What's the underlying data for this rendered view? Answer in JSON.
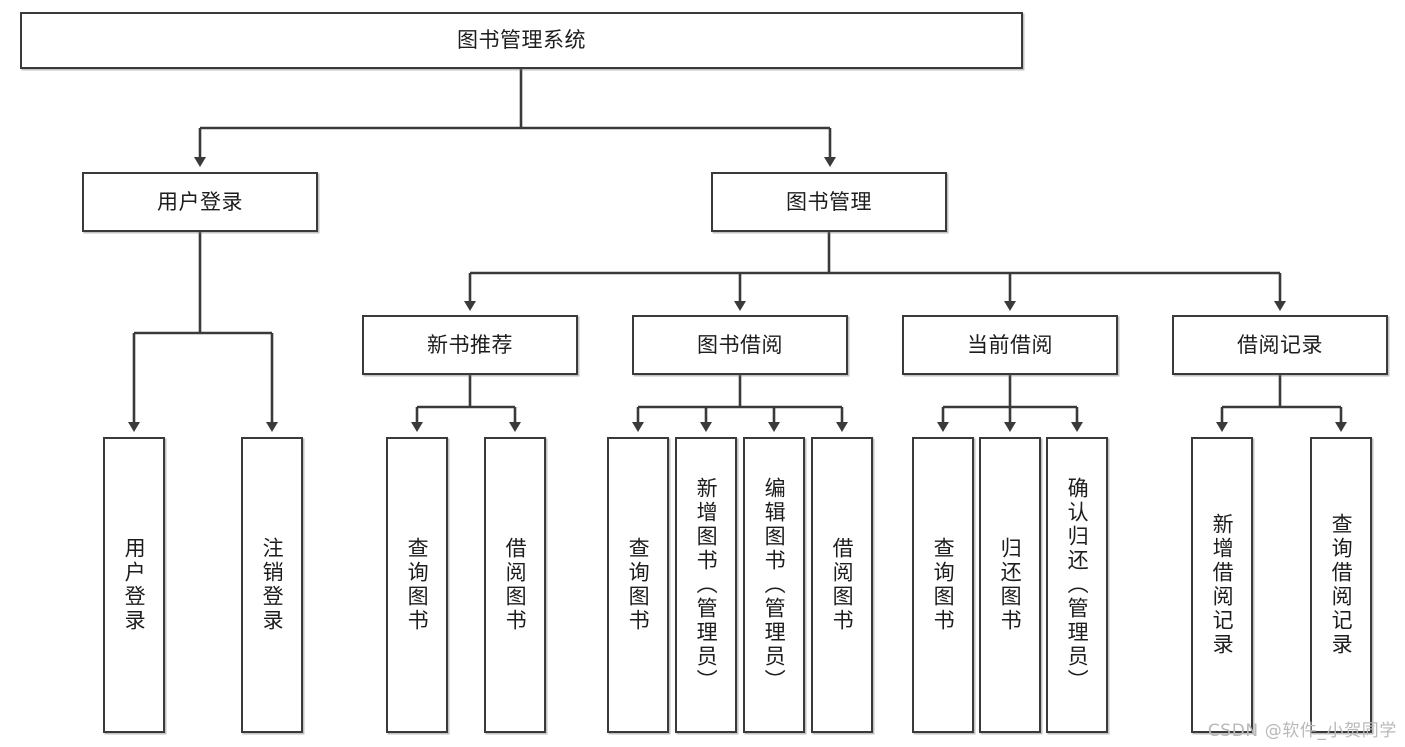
{
  "diagram": {
    "title": "图书管理系统",
    "watermark": "CSDN @软件_小贺同学",
    "stroke_color": "#3a3a3a",
    "text_color": "#1d1d1d",
    "background_color": "#ffffff",
    "nodes": {
      "root": {
        "label": "图书管理系统"
      },
      "level2": [
        {
          "label": "用户登录"
        },
        {
          "label": "图书管理"
        }
      ],
      "level3": [
        {
          "label": "新书推荐"
        },
        {
          "label": "图书借阅"
        },
        {
          "label": "当前借阅"
        },
        {
          "label": "借阅记录"
        }
      ],
      "leaves": {
        "user_login": [
          {
            "label": "用户登录"
          },
          {
            "label": "注销登录"
          }
        ],
        "new_book_recommend": [
          {
            "label": "查询图书"
          },
          {
            "label": "借阅图书"
          }
        ],
        "book_borrow": [
          {
            "label": "查询图书"
          },
          {
            "label": "新增图书（管理员）"
          },
          {
            "label": "编辑图书（管理员）"
          },
          {
            "label": "借阅图书"
          }
        ],
        "current_borrow": [
          {
            "label": "查询图书"
          },
          {
            "label": "归还图书"
          },
          {
            "label": "确认归还（管理员）"
          }
        ],
        "borrow_record": [
          {
            "label": "新增借阅记录"
          },
          {
            "label": "查询借阅记录"
          }
        ]
      }
    }
  }
}
